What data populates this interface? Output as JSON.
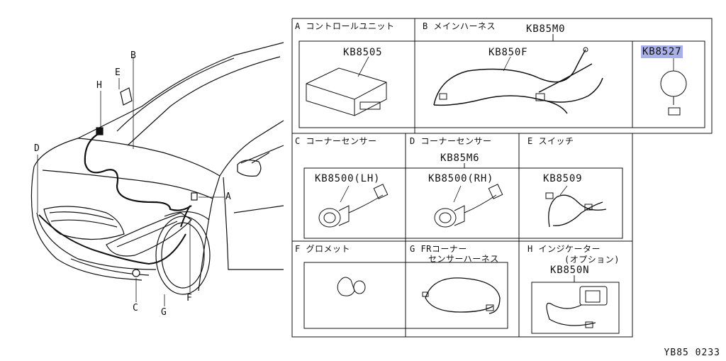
{
  "car_callouts": [
    "A",
    "B",
    "C",
    "D",
    "E",
    "F",
    "G",
    "H"
  ],
  "cells": {
    "A": {
      "title": "A コントロールユニット",
      "part": "KB8505"
    },
    "B": {
      "title": "B メインハーネス",
      "group": "KB85M0",
      "part": "KB850F",
      "part2": "KB8527"
    },
    "C": {
      "title": "C コーナーセンサー",
      "part": "KB8500(LH)"
    },
    "D": {
      "title": "D コーナーセンサー",
      "group": "KB85M6",
      "part": "KB8500(RH)"
    },
    "E": {
      "title": "E スイッチ",
      "part": "KB8509"
    },
    "F": {
      "title": "F グロメット"
    },
    "G": {
      "title_line1": "G  FRコーナー",
      "title_line2": "センサーハーネス"
    },
    "H": {
      "title_line1": "H インジケーター",
      "title_line2": "(オプション)",
      "part": "KB850N"
    }
  },
  "diagram_code": "YB85 0233",
  "colors": {
    "line": "#111111",
    "highlight": "#a9b0e8",
    "watermark": "#e6e6e6"
  }
}
